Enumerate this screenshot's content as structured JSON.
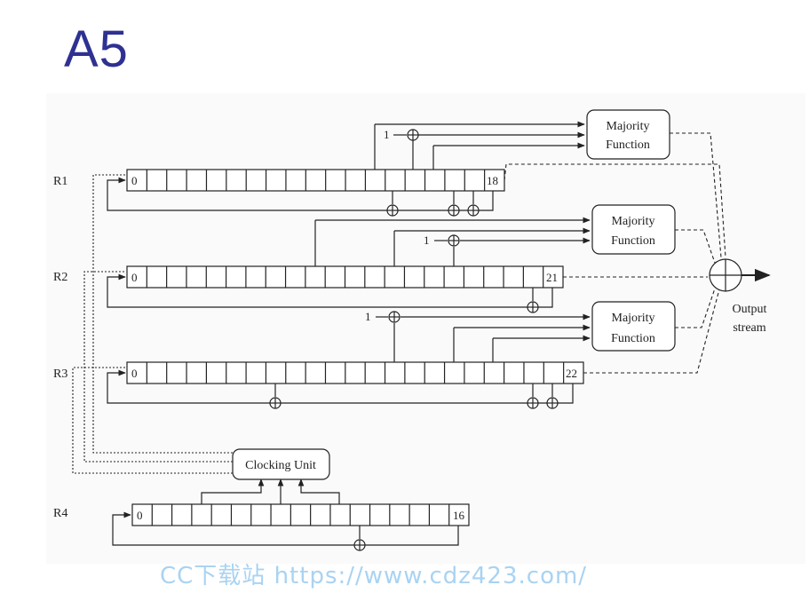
{
  "slide": {
    "title": "A5"
  },
  "registers": [
    {
      "label": "R1",
      "first_cell": "0",
      "last_cell": "18"
    },
    {
      "label": "R2",
      "first_cell": "0",
      "last_cell": "21"
    },
    {
      "label": "R3",
      "first_cell": "0",
      "last_cell": "22"
    },
    {
      "label": "R4",
      "first_cell": "0",
      "last_cell": "16"
    }
  ],
  "majority_function": {
    "line1": "Majority",
    "line2": "Function"
  },
  "constant_one": "1",
  "clocking_unit": "Clocking Unit",
  "output": {
    "line1": "Output",
    "line2": "stream"
  },
  "watermark": "CC下载站 https://www.cdz423.com/"
}
